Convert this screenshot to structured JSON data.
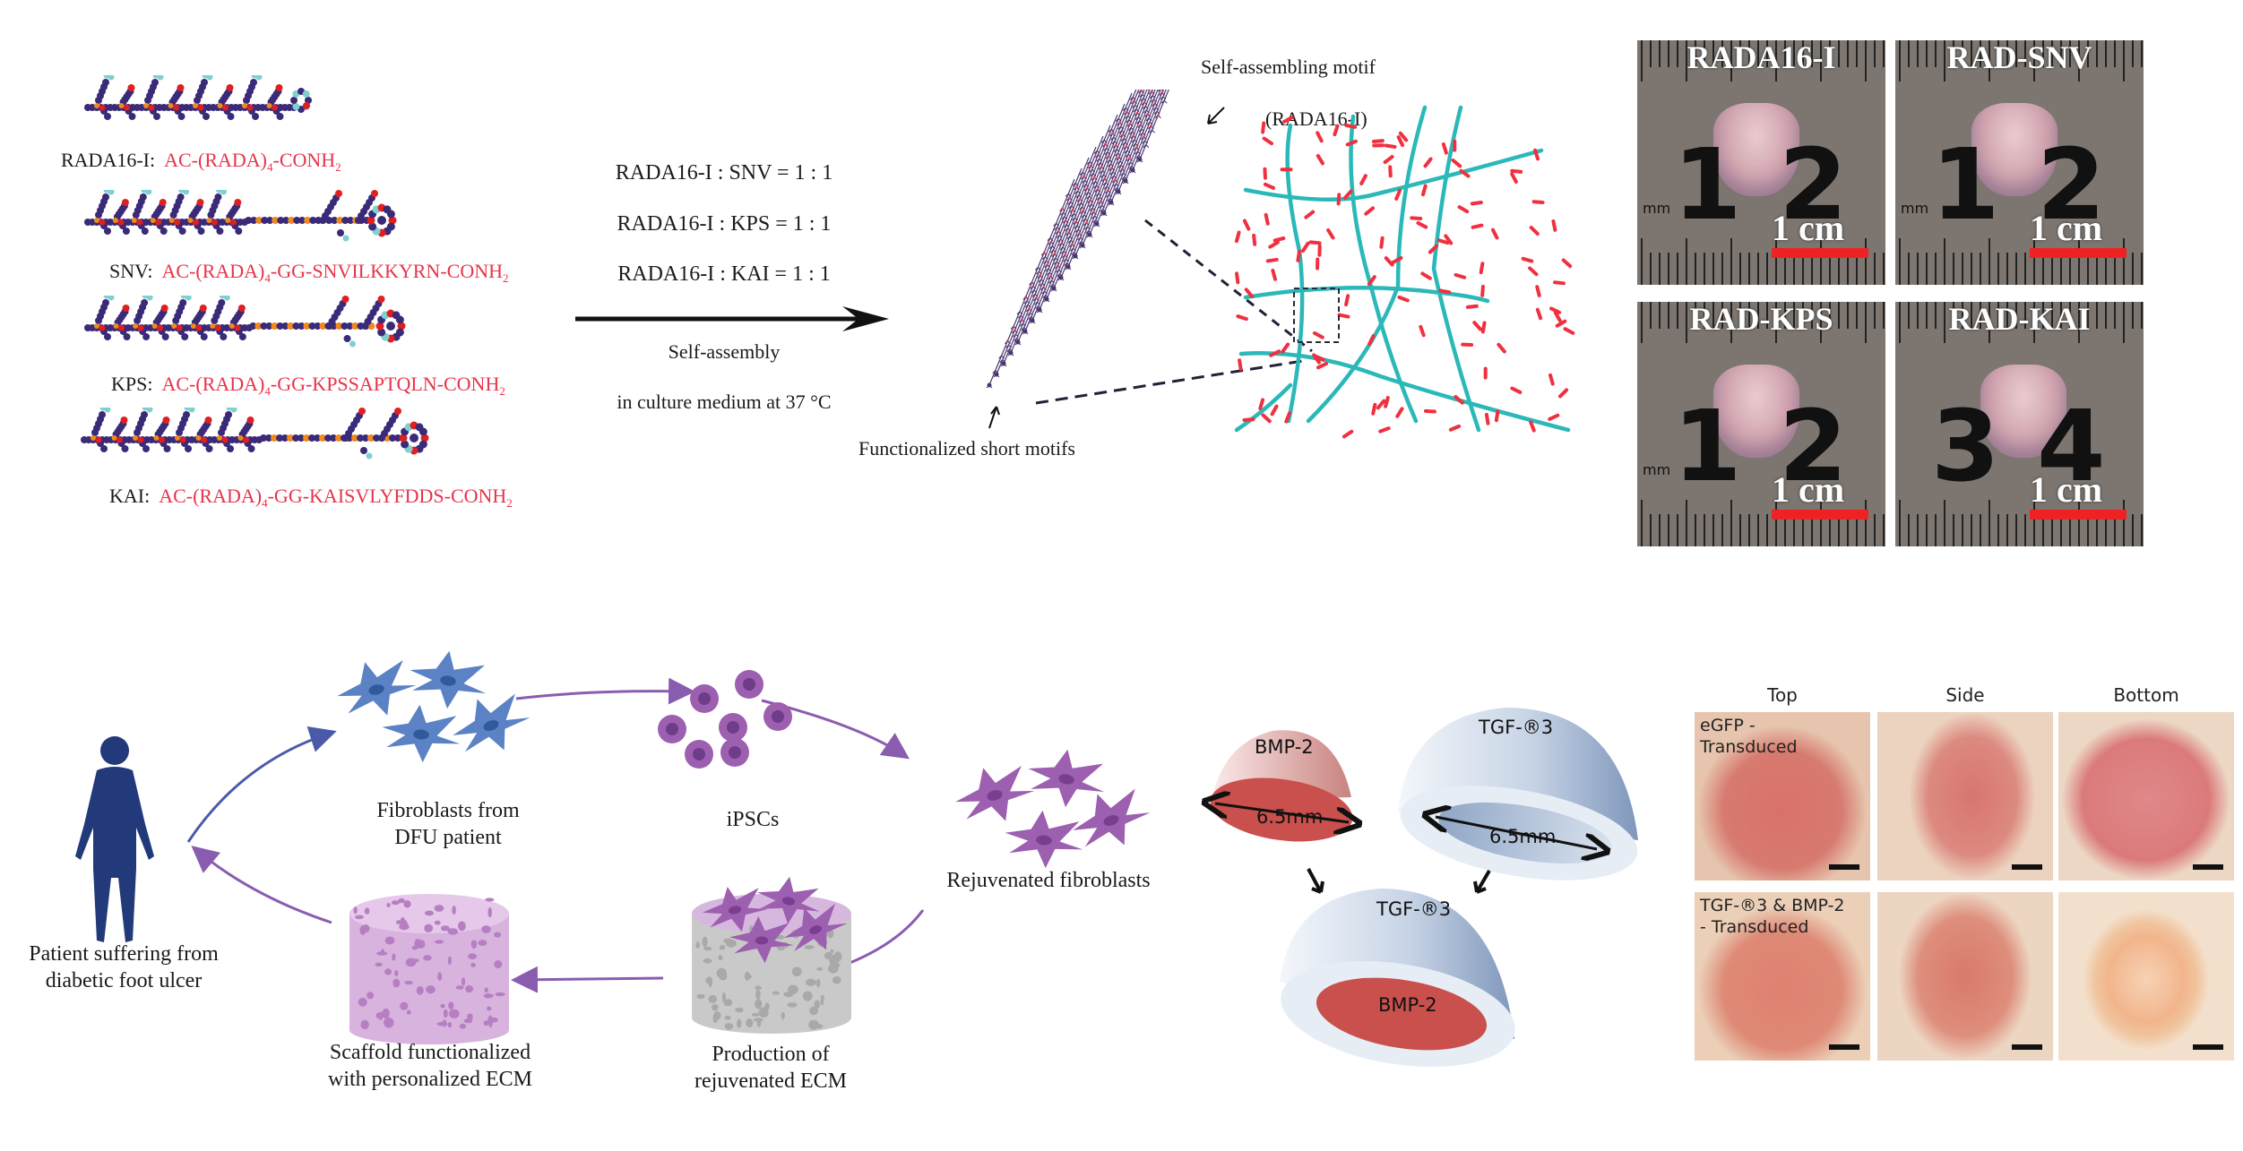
{
  "panel_peptides": {
    "rows": [
      {
        "name": "RADA16-I:",
        "seq_prefix": "AC-(RADA)",
        "seq_sub": "4",
        "seq_suffix": "-CONH",
        "seq_end_sub": "2"
      },
      {
        "name": "SNV:",
        "seq_prefix": "AC-(RADA)",
        "seq_sub": "4",
        "seq_suffix": "-GG-SNVILKKYRN-CONH",
        "seq_end_sub": "2"
      },
      {
        "name": "KPS:",
        "seq_prefix": "AC-(RADA)",
        "seq_sub": "4",
        "seq_suffix": "-GG-KPSSAPTQLN-CONH",
        "seq_end_sub": "2"
      },
      {
        "name": "KAI:",
        "seq_prefix": "AC-(RADA)",
        "seq_sub": "4",
        "seq_suffix": "-GG-KAISVLYFDDS-CONH",
        "seq_end_sub": "2"
      }
    ],
    "colors": {
      "sequence": "#e8334a",
      "backbone": "#3a2a78",
      "oxygen": "#e02020",
      "nitrogen": "#7fd0d0",
      "carbonyl": "#f08a1c"
    }
  },
  "panel_assembly": {
    "ratios": [
      "RADA16-I : SNV = 1 : 1",
      "RADA16-I : KPS = 1 : 1",
      "RADA16-I : KAI = 1 : 1"
    ],
    "arrow_label_1": "Self-assembly",
    "arrow_label_2": "in culture medium at 37 °C",
    "motif_label_1": "Self-assembling motif",
    "motif_label_2": "(RADA16-I)",
    "short_motif_label": "Functionalized short motifs",
    "colors": {
      "fiber": "#2bb8b8",
      "motif": "#f03040",
      "sheet": "#4a3570"
    }
  },
  "panel_gels": {
    "photos": [
      {
        "title": "RADA16-I",
        "left_num": "1",
        "right_num": "2",
        "scale": "1 cm",
        "unit": "mm"
      },
      {
        "title": "RAD-SNV",
        "left_num": "1",
        "right_num": "2",
        "scale": "1 cm",
        "unit": "mm"
      },
      {
        "title": "RAD-KPS",
        "left_num": "1",
        "right_num": "2",
        "scale": "1 cm",
        "unit": "mm"
      },
      {
        "title": "RAD-KAI",
        "left_num": "3",
        "right_num": "4",
        "scale": "1 cm",
        "unit": ""
      }
    ]
  },
  "panel_cycle": {
    "patient": "Patient suffering from\ndiabetic foot ulcer",
    "fibroblasts": "Fibroblasts from\nDFU patient",
    "ipscs": "iPSCs",
    "rejuvenated": "Rejuvenated fibroblasts",
    "production": "Production of\nrejuvenated ECM",
    "scaffold": "Scaffold functionalized\nwith  personalized ECM",
    "colors": {
      "patient": "#223a7a",
      "fibroblast": "#5a82c4",
      "purple": "#9d5fb0",
      "arrow_blue": "#4a5aa8",
      "arrow_purple": "#8a5cb0"
    }
  },
  "panel_hemispheres": {
    "small_label": "BMP-2",
    "small_dim": "6.5mm",
    "large_label": "TGF-®3",
    "large_dim": "6.5mm",
    "combined_outer": "TGF-®3",
    "combined_inner": "BMP-2",
    "colors": {
      "bmp": "#c9504c",
      "tgf": "#a9bcd6"
    }
  },
  "panel_tissue": {
    "columns": [
      "Top",
      "Side",
      "Bottom"
    ],
    "rows": [
      {
        "label_1": "eGFP -",
        "label_2": "Transduced"
      },
      {
        "label_1": "TGF-®3 & BMP-2",
        "label_2": "- Transduced"
      }
    ]
  }
}
